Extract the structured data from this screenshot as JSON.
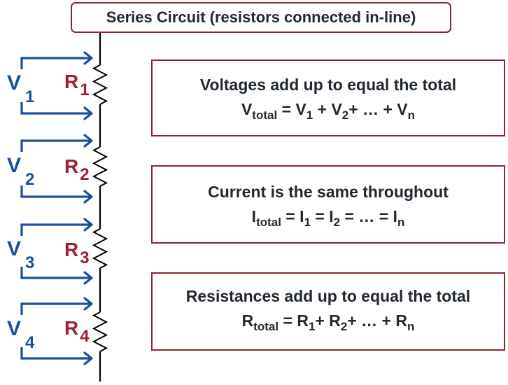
{
  "title": "Series Circuit (resistors connected in-line)",
  "colors": {
    "voltage_blue": "#1b4f9c",
    "resistor_red": "#9b2230",
    "box_border": "#8b2630",
    "text_dark": "#222831",
    "wire": "#000000"
  },
  "elements": [
    {
      "voltage_symbol": "V",
      "voltage_index": "1",
      "resistor_symbol": "R",
      "resistor_index": "1"
    },
    {
      "voltage_symbol": "V",
      "voltage_index": "2",
      "resistor_symbol": "R",
      "resistor_index": "2"
    },
    {
      "voltage_symbol": "V",
      "voltage_index": "3",
      "resistor_symbol": "R",
      "resistor_index": "3"
    },
    {
      "voltage_symbol": "V",
      "voltage_index": "4",
      "resistor_symbol": "R",
      "resistor_index": "4"
    }
  ],
  "rules": {
    "voltage": {
      "heading": "Voltages add up to equal the total",
      "formula": {
        "lhs": "V",
        "lhs_sub": "total",
        "eq": " = ",
        "t1": "V",
        "t1_sub": "1",
        "op1": " + ",
        "t2": "V",
        "t2_sub": "2",
        "op2": "+ … + ",
        "tn": "V",
        "tn_sub": "n"
      }
    },
    "current": {
      "heading": "Current is the same throughout",
      "formula": {
        "lhs": "I",
        "lhs_sub": "total",
        "eq": " = ",
        "t1": "I",
        "t1_sub": "1",
        "op1": " = ",
        "t2": "I",
        "t2_sub": "2",
        "op2": " = … = ",
        "tn": "I",
        "tn_sub": "n"
      }
    },
    "resistance": {
      "heading": "Resistances add up to equal the total",
      "formula": {
        "lhs": "R",
        "lhs_sub": "total",
        "eq": " = ",
        "t1": "R",
        "t1_sub": "1",
        "op1": "+ ",
        "t2": "R",
        "t2_sub": "2",
        "op2": "+ … + ",
        "tn": "R",
        "tn_sub": "n"
      }
    }
  }
}
